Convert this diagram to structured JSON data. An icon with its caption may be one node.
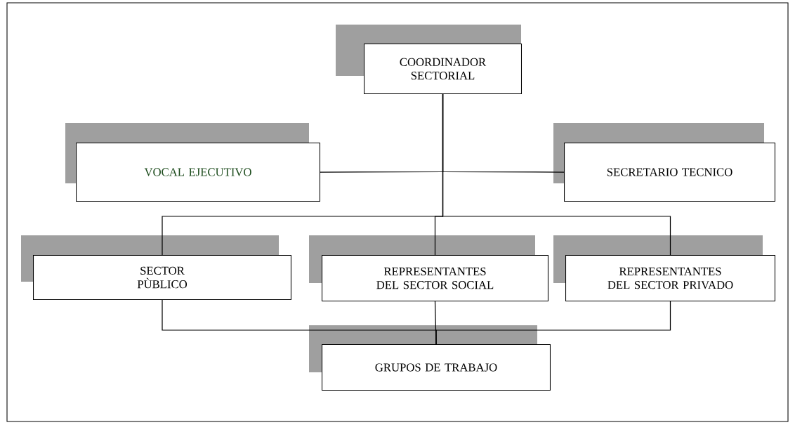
{
  "diagram": {
    "nodes": [
      {
        "text": [
          "COORDINADOR SECTORIAL"
        ]
      },
      {
        "text": [
          "VOCAL EJECUTIVO"
        ]
      },
      {
        "text": [
          "SECRETARIO TECNICO"
        ]
      },
      {
        "text": [
          "SECTOR PÙBLICO"
        ]
      },
      {
        "text": [
          "REPRESENTANTES DEL SECTOR SOCIAL"
        ]
      },
      {
        "text": [
          "REPRESENTANTES DEL SECTOR PRIVADO"
        ]
      },
      {
        "text": [
          "GRUPOS DE TRABAJO"
        ]
      }
    ],
    "edges": [
      {
        "from": 0,
        "to": 1,
        "arrow": "none"
      },
      {
        "from": 0,
        "to": 2,
        "arrow": "none"
      },
      {
        "from": 0,
        "to": 3,
        "arrow": "none"
      },
      {
        "from": 0,
        "to": 4,
        "arrow": "none"
      },
      {
        "from": 0,
        "to": 5,
        "arrow": "none"
      },
      {
        "from": 3,
        "to": 6,
        "arrow": "none"
      },
      {
        "from": 4,
        "to": 6,
        "arrow": "none"
      },
      {
        "from": 5,
        "to": 6,
        "arrow": "none"
      }
    ]
  }
}
